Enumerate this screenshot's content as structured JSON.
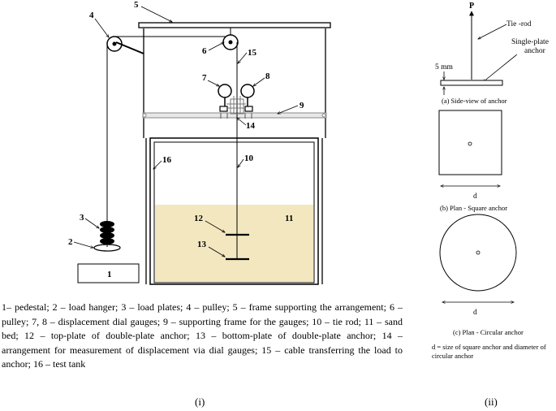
{
  "diagram_i": {
    "labels": {
      "n1": "1",
      "n2": "2",
      "n3": "3",
      "n4": "4",
      "n5": "5",
      "n6": "6",
      "n7": "7",
      "n8": "8",
      "n9": "9",
      "n10": "10",
      "n11": "11",
      "n12": "12",
      "n13": "13",
      "n14": "14",
      "n15": "15",
      "n16": "16"
    },
    "sand_color": "#f3e7c0",
    "legend": "1– pedestal; 2 – load hanger; 3 – load plates; 4 – pulley; 5 – frame supporting the arrangement; 6 – pulley; 7, 8 – displacement dial gauges; 9 – supporting frame for the gauges; 10 – tie rod; 11 – sand bed; 12 – top-plate of double-plate anchor; 13 – bottom-plate of double-plate anchor; 14 – arrangement for measurement of displacement via dial gauges; 15 – cable transferring the load to anchor; 16 – test tank",
    "panel_label": "(i)"
  },
  "diagram_ii": {
    "force_label": "P",
    "tie_rod_label": "Tie -rod",
    "anchor_label_line1": "Single-plate",
    "anchor_label_line2": "anchor",
    "thickness_label": "5 mm",
    "caption_a": "(a) Side-view of anchor",
    "caption_b": "(b) Plan - Square anchor",
    "caption_c": "(c) Plan - Circular anchor",
    "dim_b": "d",
    "dim_c": "d",
    "note": "d = size of square anchor and diameter of circular anchor",
    "panel_label": "(ii)"
  }
}
